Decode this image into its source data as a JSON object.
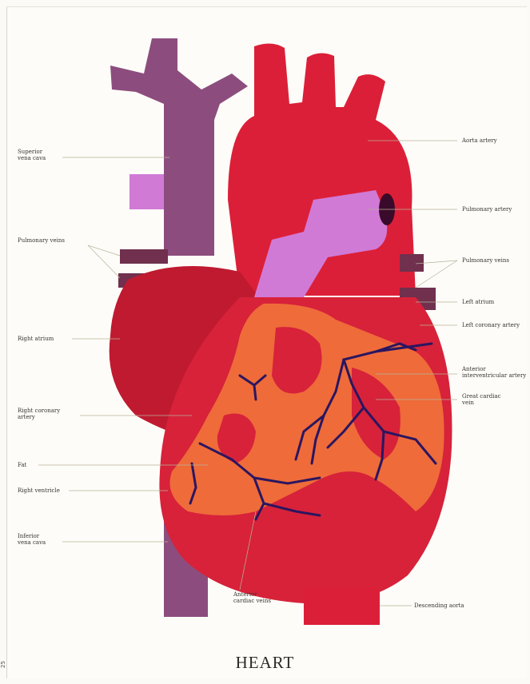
{
  "diagram": {
    "title": "HEART",
    "side_code": "25",
    "colors": {
      "vena_cava": "#8c4d7e",
      "pulmonary_artery": "#d07ad6",
      "aorta": "#dc1f38",
      "heart_body": "#d7223a",
      "right_atrium": "#bf1a30",
      "fat": "#ef6b3a",
      "vein": "#2a1660",
      "pulmonary_vein": "#70304e"
    },
    "labels": {
      "superior_vena_cava": "Superior\nvena cava",
      "pulmonary_veins_left": "Pulmonary veins",
      "right_atrium": "Right atrium",
      "right_coronary_artery": "Right coronary\nartery",
      "fat": "Fat",
      "right_ventricle": "Right ventricle",
      "inferior_vena_cava": "Inferior\nvena cava",
      "anterior_cardiac_veins": "Anterior\ncardiac veins",
      "aorta_artery": "Aorta artery",
      "pulmonary_artery": "Pulmonary artery",
      "pulmonary_veins_right": "Pulmonary veins",
      "left_atrium": "Left atrium",
      "left_coronary_artery": "Left coronary artery",
      "anterior_interventricular_artery": "Anterior\ninterventricular artery",
      "great_cardiac_vein": "Great cardiac\nvein",
      "descending_aorta": "Descending aorta"
    }
  }
}
